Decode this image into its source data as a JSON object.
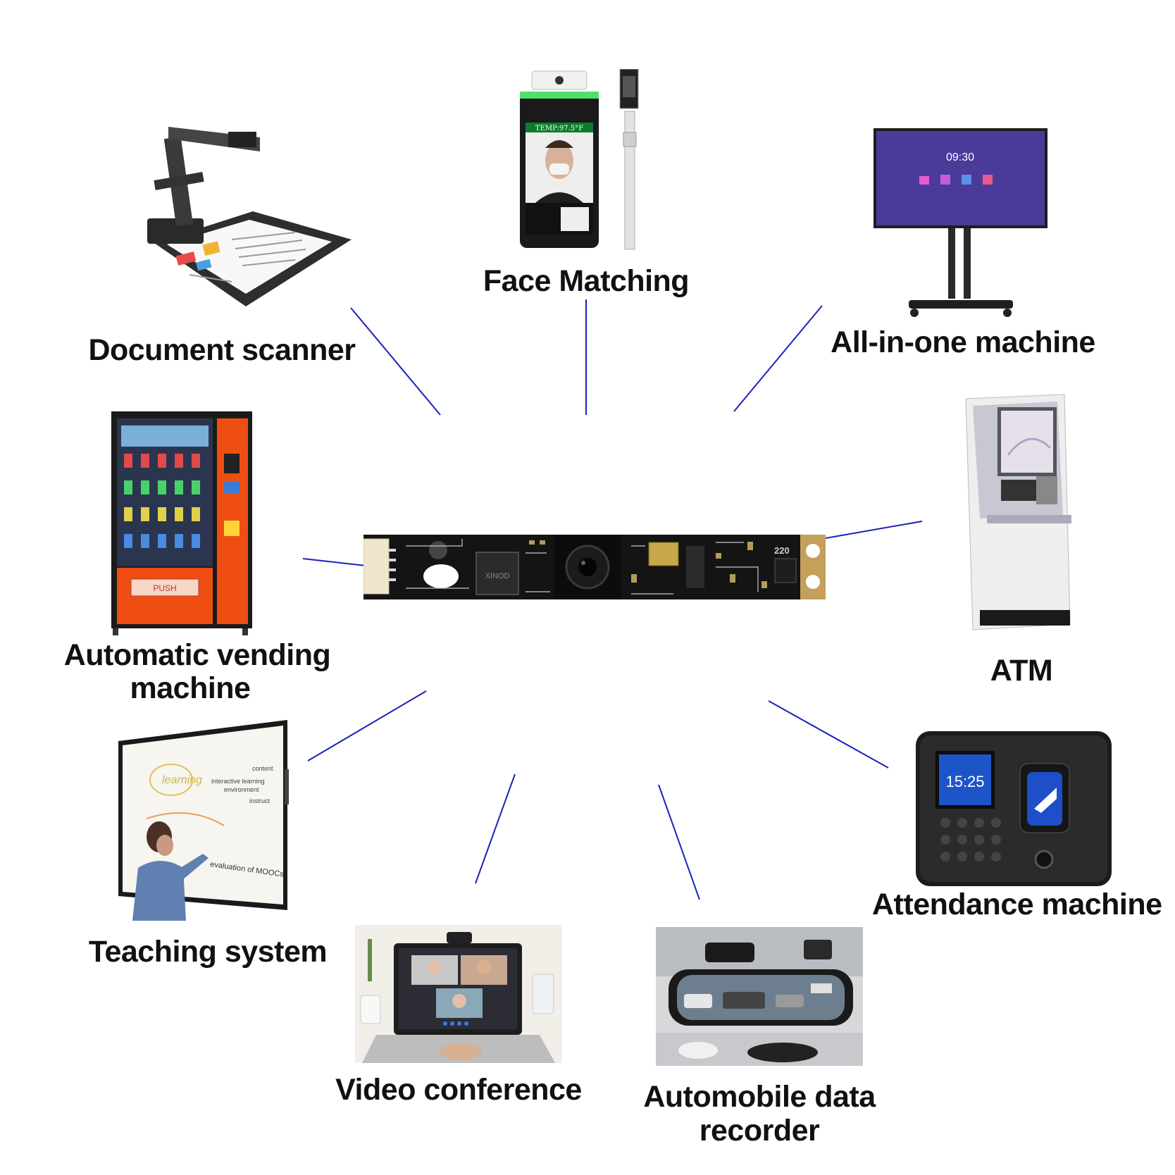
{
  "labels": {
    "document_scanner": "Document scanner",
    "face_matching": "Face Matching",
    "all_in_one": "All-in-one machine",
    "vending_line1": "Automatic vending",
    "vending_line2": "machine",
    "atm": "ATM",
    "teaching": "Teaching system",
    "attendance": "Attendance machine",
    "video_conference": "Video conference",
    "recorder_line1": "Automobile data",
    "recorder_line2": "recorder"
  },
  "screens": {
    "face_temp": "TEMP:97.5°F",
    "aio_time": "09:30",
    "attendance_time": "15:25",
    "vending_push": "PUSH",
    "module_code": "220",
    "board_chip": "XINOD",
    "whiteboard_word": "learning",
    "whiteboard_line1": "interactive learning",
    "whiteboard_line2": "environment",
    "whiteboard_bottom": "evaluation of MOOCs",
    "whiteboard_content": "content",
    "whiteboard_instruct": "instruct"
  },
  "colors": {
    "connector_line": "#1a22b8",
    "label_text": "#111111",
    "pcb": "#141414",
    "vending_orange": "#ef4e12",
    "face_green": "#4ee06a"
  }
}
